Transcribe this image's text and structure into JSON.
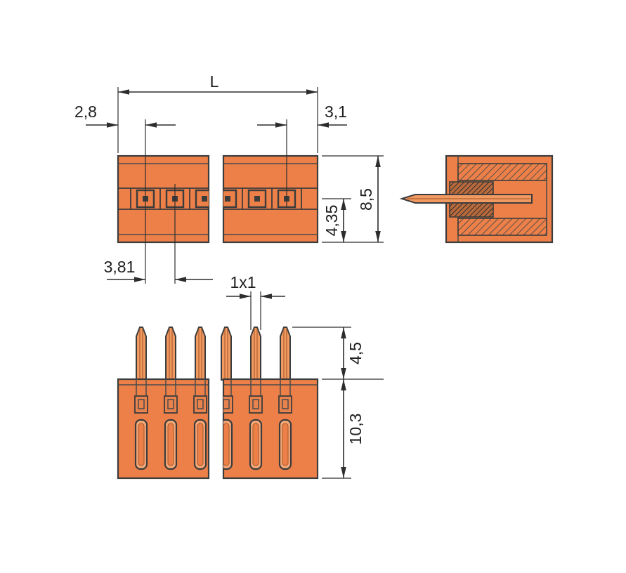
{
  "drawing": {
    "dimension_labels": {
      "total_length": "L",
      "first_pole_offset": "2,8",
      "last_pole_offset": "3,1",
      "pin_pitch": "3,81",
      "housing_depth": "8,5",
      "pin_row_to_front": "4,35",
      "pin_cross_section": "1x1",
      "solder_pin_length": "4,5",
      "housing_height": "10,3"
    },
    "colors": {
      "housing_orange": "#ec8048",
      "pin_orange": "#f09a62",
      "outline_gray": "#3c3c3c",
      "dimension_gray": "#1d1d1d",
      "background": "#ffffff"
    }
  }
}
